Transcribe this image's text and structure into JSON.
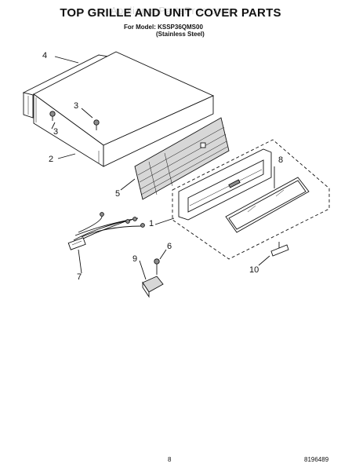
{
  "header": {
    "title": "TOP GRILLE AND UNIT COVER PARTS",
    "watermark": "AppliancePartsPros.com",
    "model_line": "For Model: KSSP36QMS00",
    "finish_line": "(Stainless Steel)"
  },
  "callouts": {
    "c1": "1",
    "c2": "2",
    "c3a": "3",
    "c3b": "3",
    "c4": "4",
    "c5": "5",
    "c6": "6",
    "c7": "7",
    "c8": "8",
    "c9": "9",
    "c10": "10"
  },
  "footer": {
    "page_number": "8",
    "doc_number": "8196489"
  }
}
